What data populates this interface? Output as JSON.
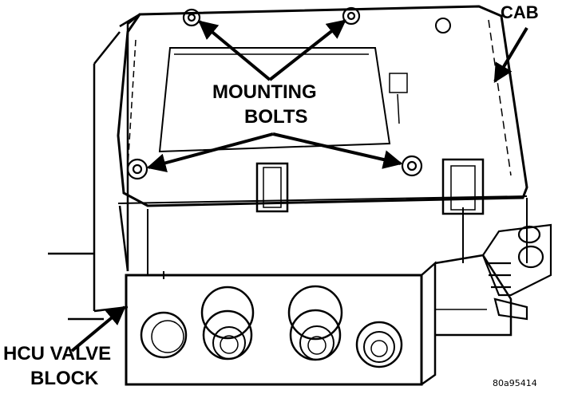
{
  "callouts": {
    "mounting_bolts_line1": "MOUNTING",
    "mounting_bolts_line2": "BOLTS",
    "cab": "CAB",
    "hcu_valve_block_line1": "HCU VALVE",
    "hcu_valve_block_line2": "BLOCK"
  },
  "figure_id": "80a95414",
  "colors": {
    "ink": "#000000",
    "paper": "#ffffff"
  }
}
